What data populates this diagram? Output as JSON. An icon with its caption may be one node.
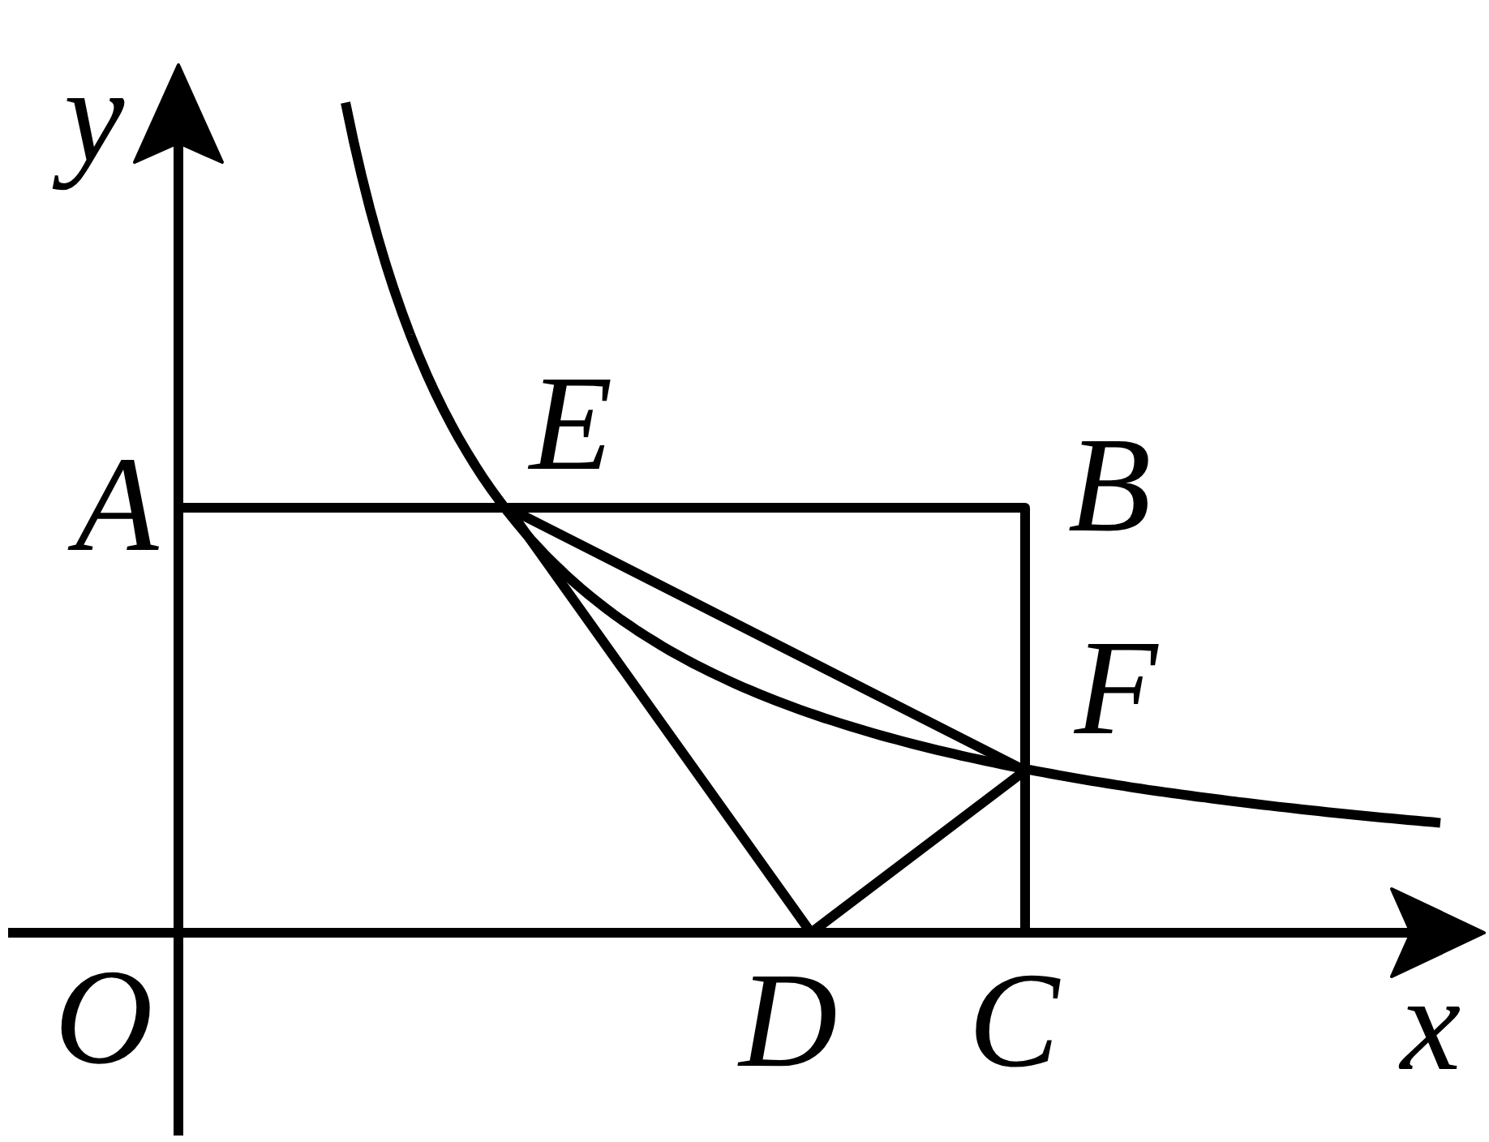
{
  "diagram": {
    "labels": [
      "y",
      "E",
      "A",
      "B",
      "F",
      "O",
      "D",
      "C",
      "x"
    ]
  }
}
